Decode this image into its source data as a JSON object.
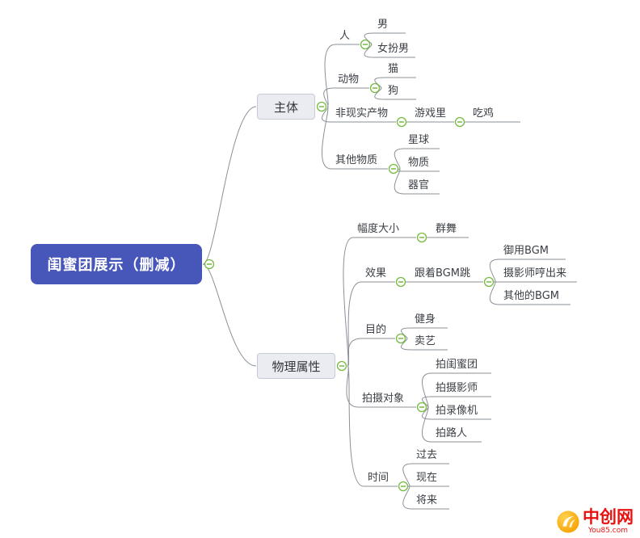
{
  "colors": {
    "root_fill": "#4656b9",
    "root_text": "#ffffff",
    "branch_fill": "#eaecf2",
    "branch_border": "#c6cbd6",
    "connector": "#8b9097",
    "collapse_green": "#77bb41",
    "brand_red": "#e8110e",
    "logo_orange": "#ffb400"
  },
  "watermark": {
    "brand": "中创网",
    "domain": "You85.com"
  },
  "mindmap": {
    "root": {
      "label": "闺蜜团展示（删减）",
      "children": [
        {
          "label": "主体",
          "children": [
            {
              "label": "人",
              "children": [
                {
                  "label": "男"
                },
                {
                  "label": "女扮男"
                }
              ]
            },
            {
              "label": "动物",
              "children": [
                {
                  "label": "猫"
                },
                {
                  "label": "狗"
                }
              ]
            },
            {
              "label": "非现实产物",
              "children": [
                {
                  "label": "游戏里",
                  "children": [
                    {
                      "label": "吃鸡"
                    }
                  ]
                }
              ]
            },
            {
              "label": "其他物质",
              "children": [
                {
                  "label": "星球"
                },
                {
                  "label": "物质"
                },
                {
                  "label": "器官"
                }
              ]
            }
          ]
        },
        {
          "label": "物理属性",
          "children": [
            {
              "label": "幅度大小",
              "children": [
                {
                  "label": "群舞"
                }
              ]
            },
            {
              "label": "效果",
              "children": [
                {
                  "label": "跟着BGM跳",
                  "children": [
                    {
                      "label": "御用BGM"
                    },
                    {
                      "label": "摄影师哼出来"
                    },
                    {
                      "label": "其他的BGM"
                    }
                  ]
                }
              ]
            },
            {
              "label": "目的",
              "children": [
                {
                  "label": "健身"
                },
                {
                  "label": "卖艺"
                }
              ]
            },
            {
              "label": "拍摄对象",
              "children": [
                {
                  "label": "拍闺蜜团"
                },
                {
                  "label": "拍摄影师"
                },
                {
                  "label": "拍录像机"
                },
                {
                  "label": "拍路人"
                }
              ]
            },
            {
              "label": "时间",
              "children": [
                {
                  "label": "过去"
                },
                {
                  "label": "现在"
                },
                {
                  "label": "将来"
                }
              ]
            }
          ]
        }
      ]
    }
  }
}
